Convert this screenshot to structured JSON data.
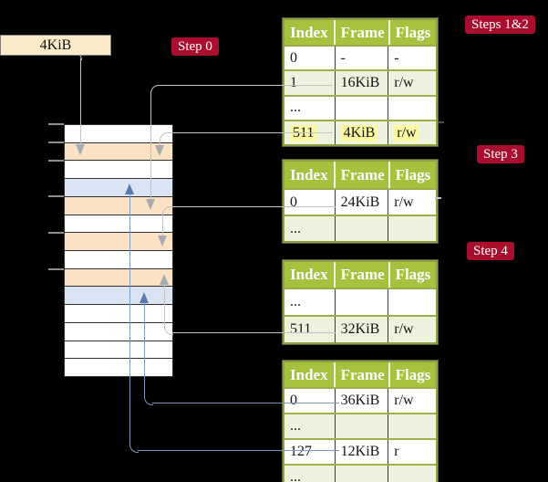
{
  "palette": {
    "background": "#000000",
    "badge_red": "#a90e2e",
    "table_header_green": "#a5c13e",
    "table_row_green": "#edf2dc",
    "table_border_olive": "#8ea23b",
    "highlight_yellow": "#fdf8a3",
    "memory_white": "#ffffff",
    "memory_peach": "#fbe2c4",
    "memory_blue": "#d9e4f5",
    "arrow_gray_line": "#c0c3c6",
    "arrow_gray_head": "#a6abb2",
    "arrow_blue_line": "#7d98c6",
    "arrow_blue_head": "#5a7cae"
  },
  "frame_label": {
    "text": "4KiB"
  },
  "badges": {
    "step0": "Step 0",
    "steps12": "Steps 1&2",
    "step3": "Step 3",
    "step4": "Step 4"
  },
  "memory_rows": [
    "white",
    "peach",
    "white",
    "blue",
    "peach",
    "white",
    "peach",
    "white",
    "peach",
    "blue",
    "white",
    "white",
    "white",
    "white"
  ],
  "tables": [
    {
      "id": "page-table-steps-1-2",
      "headers": [
        "Index",
        "Frame",
        "Flags"
      ],
      "rows": [
        {
          "cells": [
            "0",
            "-",
            "-"
          ],
          "shaded": false,
          "highlighted": false
        },
        {
          "cells": [
            "1",
            "16KiB",
            "r/w"
          ],
          "shaded": true,
          "highlighted": false
        },
        {
          "cells": [
            "...",
            "",
            ""
          ],
          "shaded": false,
          "highlighted": false
        },
        {
          "cells": [
            "511",
            "4KiB",
            "r/w"
          ],
          "shaded": true,
          "highlighted": true
        }
      ]
    },
    {
      "id": "page-table-step-3",
      "headers": [
        "Index",
        "Frame",
        "Flags"
      ],
      "rows": [
        {
          "cells": [
            "0",
            "24KiB",
            "r/w"
          ],
          "shaded": false,
          "highlighted": false
        },
        {
          "cells": [
            "...",
            "",
            ""
          ],
          "shaded": true,
          "highlighted": false
        }
      ]
    },
    {
      "id": "page-table-step-4a",
      "headers": [
        "Index",
        "Frame",
        "Flags"
      ],
      "rows": [
        {
          "cells": [
            "...",
            "",
            ""
          ],
          "shaded": false,
          "highlighted": false
        },
        {
          "cells": [
            "511",
            "32KiB",
            "r/w"
          ],
          "shaded": true,
          "highlighted": false
        }
      ]
    },
    {
      "id": "page-table-step-4b",
      "headers": [
        "Index",
        "Frame",
        "Flags"
      ],
      "rows": [
        {
          "cells": [
            "0",
            "36KiB",
            "r/w"
          ],
          "shaded": false,
          "highlighted": false
        },
        {
          "cells": [
            "...",
            "",
            ""
          ],
          "shaded": true,
          "highlighted": false
        },
        {
          "cells": [
            "127",
            "12KiB",
            "r"
          ],
          "shaded": false,
          "highlighted": false
        },
        {
          "cells": [
            "...",
            "",
            ""
          ],
          "shaded": true,
          "highlighted": false
        }
      ]
    }
  ],
  "connections": [
    {
      "from": "frame-size-label",
      "to": "memory-frame-4KiB",
      "color": "gray"
    },
    {
      "from": "table1-index-1",
      "to": "memory-frame-16KiB",
      "color": "gray"
    },
    {
      "from": "table1-index-511",
      "to": "memory-frame-4KiB",
      "color": "gray"
    },
    {
      "from": "table2-index-0",
      "to": "memory-frame-24KiB",
      "color": "gray"
    },
    {
      "from": "table3-index-511",
      "to": "memory-frame-32KiB",
      "color": "gray"
    },
    {
      "from": "table4-index-0",
      "to": "memory-frame-36KiB",
      "color": "blue"
    },
    {
      "from": "table4-index-127",
      "to": "memory-frame-12KiB",
      "color": "blue"
    }
  ]
}
